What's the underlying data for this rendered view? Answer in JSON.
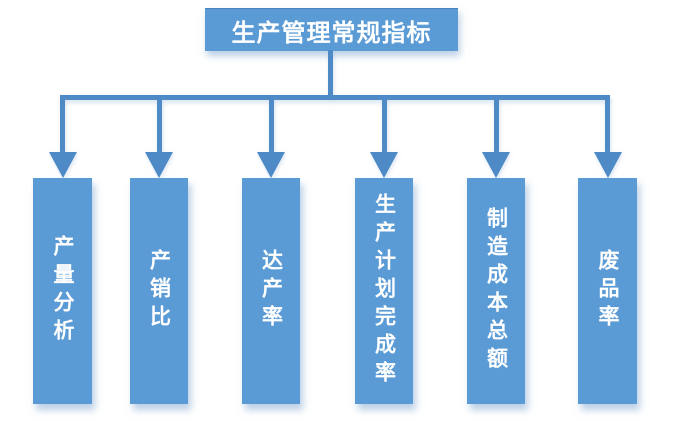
{
  "diagram": {
    "title": "生产管理常规指标",
    "columns": [
      {
        "label": "产量分析"
      },
      {
        "label": "产销比"
      },
      {
        "label": "达产率"
      },
      {
        "label": "生产计划完成率"
      },
      {
        "label": "制造成本总额"
      },
      {
        "label": "废品率"
      }
    ],
    "colors": {
      "box_fill": "#5B9BD5",
      "connector": "#4E8BC6",
      "text": "#FFFFFF",
      "background": "#FFFFFF"
    }
  }
}
